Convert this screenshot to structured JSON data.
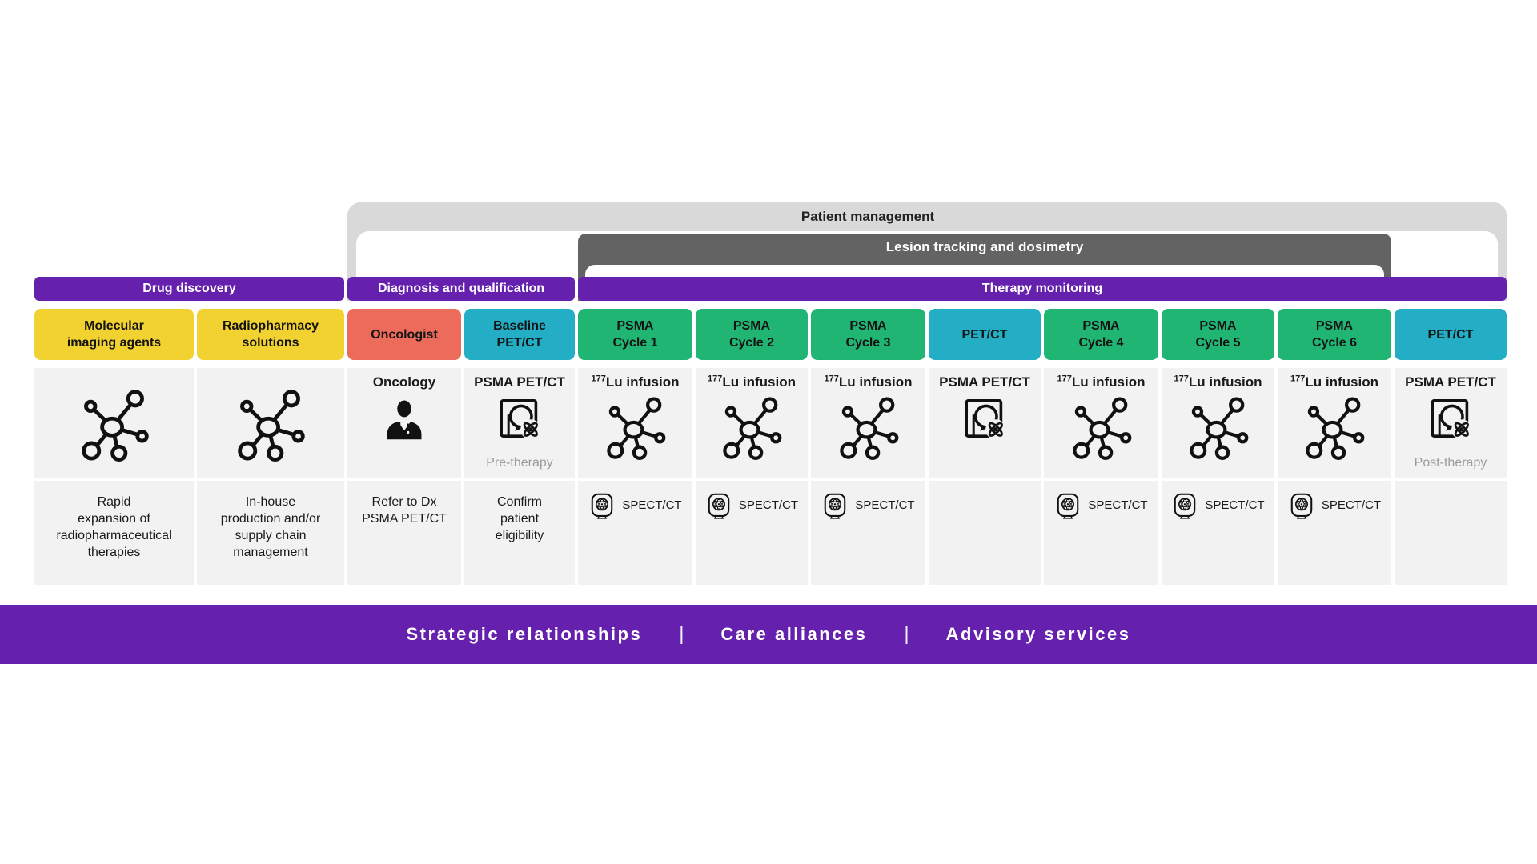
{
  "palette": {
    "purple": "#6620ae",
    "light_gray_band": "#d9d9d9",
    "dark_gray_band": "#636363",
    "cell_background": "#f2f2f2",
    "yellow": "#f2d230",
    "salmon": "#ed6b5b",
    "cyan": "#23aec5",
    "green": "#21b573",
    "muted_text": "#9b9b9b"
  },
  "bands": {
    "patient_management": {
      "label": "Patient management",
      "bg": "#d9d9d9"
    },
    "lesion_tracking": {
      "label": "Lesion tracking and dosimetry",
      "bg": "#636363"
    }
  },
  "phases": [
    {
      "label": "Drug discovery",
      "bg": "#6620ae"
    },
    {
      "label": "Diagnosis and qualification",
      "bg": "#6620ae"
    },
    {
      "label": "Therapy monitoring",
      "bg": "#6620ae"
    }
  ],
  "columns": [
    {
      "header": "Molecular\nimaging agents",
      "color": "#f2d230",
      "icon": "molecule",
      "body": "Rapid\nexpansion of\nradiopharmaceutical\ntherapies"
    },
    {
      "header": "Radiopharmacy\nsolutions",
      "color": "#f2d230",
      "icon": "molecule",
      "body": "In-house\nproduction and/or\nsupply chain\nmanagement"
    },
    {
      "header": "Oncologist",
      "color": "#ed6b5b",
      "icon": "doctor",
      "icon_label": "Oncology",
      "body": "Refer to Dx\nPSMA PET/CT"
    },
    {
      "header": "Baseline\nPET/CT",
      "color": "#23aec5",
      "icon": "pet-ct-scanner",
      "icon_label": "PSMA PET/CT",
      "icon_sublabel": "Pre-therapy",
      "body": "Confirm\npatient\neligibility"
    },
    {
      "header": "PSMA\nCycle 1",
      "color": "#21b573",
      "icon": "molecule",
      "infusion_sup": "177",
      "infusion_label": "Lu infusion",
      "spect": "SPECT/CT"
    },
    {
      "header": "PSMA\nCycle 2",
      "color": "#21b573",
      "icon": "molecule",
      "infusion_sup": "177",
      "infusion_label": "Lu infusion",
      "spect": "SPECT/CT"
    },
    {
      "header": "PSMA\nCycle 3",
      "color": "#21b573",
      "icon": "molecule",
      "infusion_sup": "177",
      "infusion_label": "Lu infusion",
      "spect": "SPECT/CT"
    },
    {
      "header": "PET/CT",
      "color": "#23aec5",
      "icon": "pet-ct-scanner",
      "icon_label": "PSMA PET/CT"
    },
    {
      "header": "PSMA\nCycle 4",
      "color": "#21b573",
      "icon": "molecule",
      "infusion_sup": "177",
      "infusion_label": "Lu infusion",
      "spect": "SPECT/CT"
    },
    {
      "header": "PSMA\nCycle 5",
      "color": "#21b573",
      "icon": "molecule",
      "infusion_sup": "177",
      "infusion_label": "Lu infusion",
      "spect": "SPECT/CT"
    },
    {
      "header": "PSMA\nCycle 6",
      "color": "#21b573",
      "icon": "molecule",
      "infusion_sup": "177",
      "infusion_label": "Lu infusion",
      "spect": "SPECT/CT"
    },
    {
      "header": "PET/CT",
      "color": "#23aec5",
      "icon": "pet-ct-scanner",
      "icon_label": "PSMA PET/CT",
      "icon_sublabel": "Post-therapy"
    }
  ],
  "footer": {
    "bg": "#6620ae",
    "separator": "|",
    "items": [
      "Strategic relationships",
      "Care alliances",
      "Advisory services"
    ]
  }
}
